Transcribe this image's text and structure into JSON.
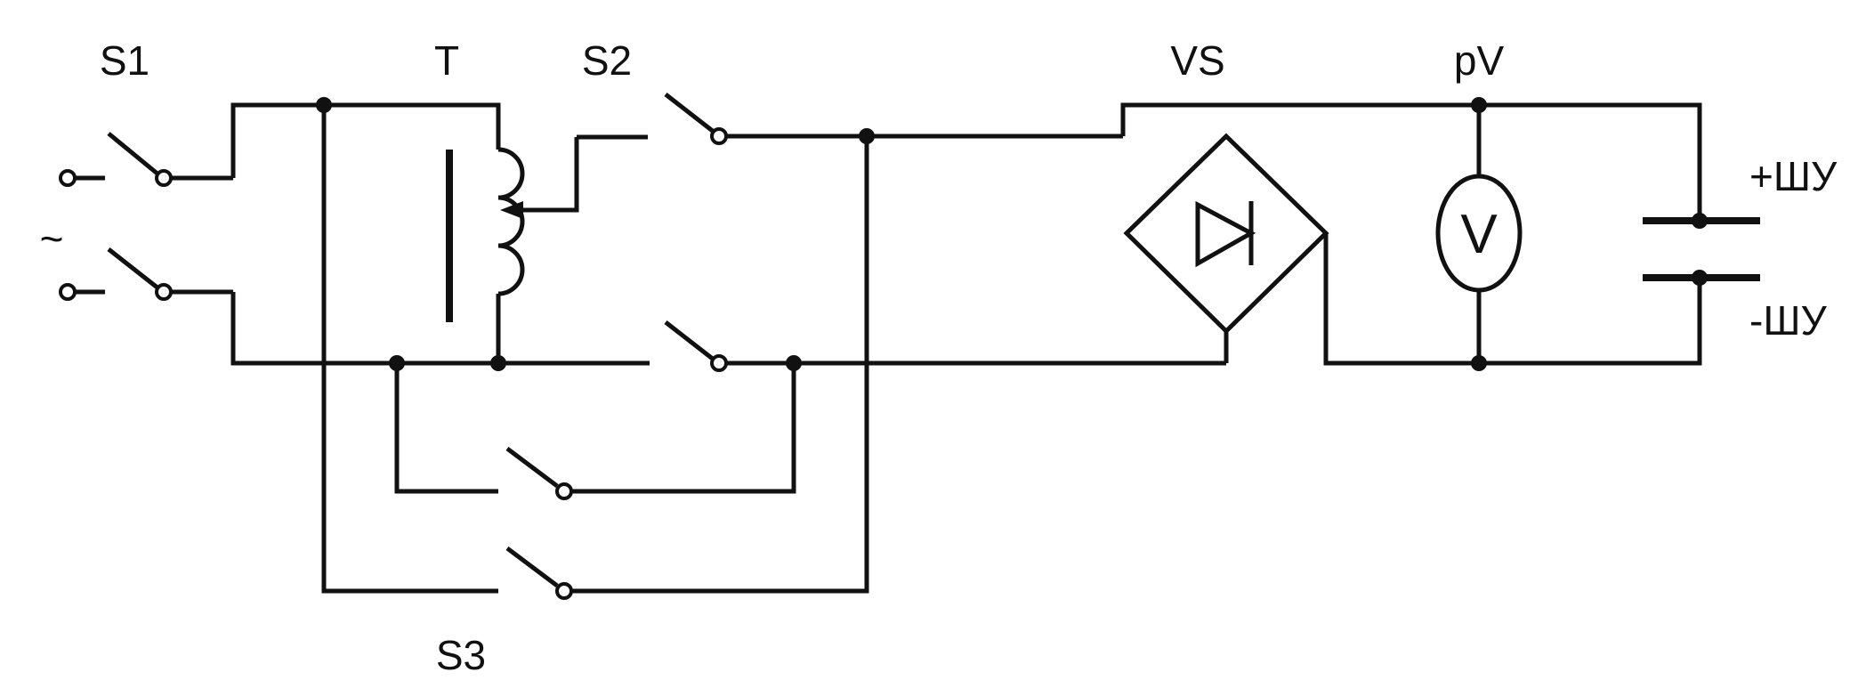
{
  "labels": {
    "s1": "S1",
    "t": "T",
    "s2": "S2",
    "vs": "VS",
    "pv": "pV",
    "s3": "S3",
    "plus_shu": "+ШУ",
    "minus_shu": "-ШУ",
    "ac": "~",
    "meter": "V"
  },
  "colors": {
    "ink": "#111111",
    "background": "#ffffff"
  }
}
